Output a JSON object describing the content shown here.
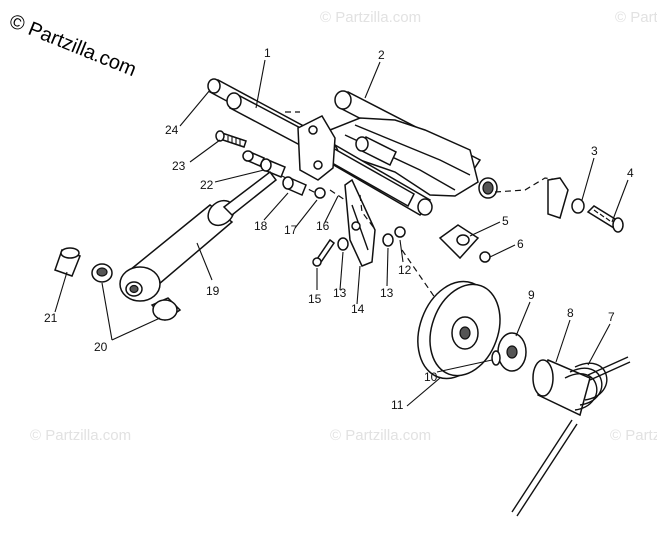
{
  "watermark": {
    "main": "© Partzilla.com",
    "faint": "© Partzilla.com"
  },
  "callouts": [
    "1",
    "2",
    "3",
    "4",
    "5",
    "6",
    "7",
    "8",
    "9",
    "10",
    "11",
    "12",
    "13",
    "13",
    "14",
    "15",
    "16",
    "17",
    "18",
    "19",
    "20",
    "21",
    "22",
    "23",
    "24"
  ],
  "colors": {
    "line": "#111111",
    "shade": "#9a9a9a",
    "background": "#ffffff"
  }
}
